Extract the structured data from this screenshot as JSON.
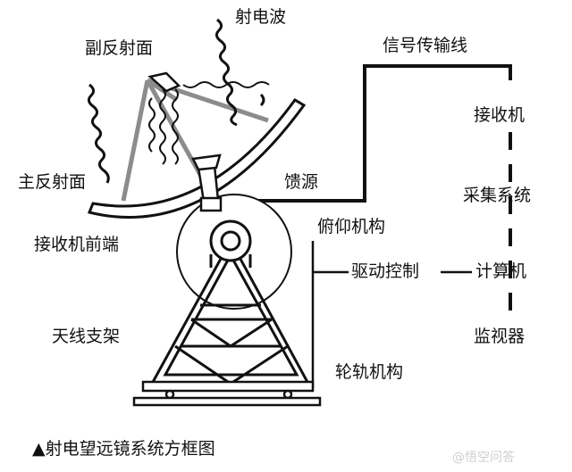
{
  "labels": {
    "radio_wave": "射电波",
    "sub_reflector": "副反射面",
    "signal_line": "信号传输线",
    "receiver": "接收机",
    "main_reflector": "主反射面",
    "feed": "馈源",
    "acquisition": "采集系统",
    "frontend": "接收机前端",
    "elevation": "俯仰机构",
    "drive": "驱动控制",
    "computer": "计算机",
    "mount": "天线支架",
    "monitor": "监视器",
    "track": "轮轨机构"
  },
  "caption": {
    "marker": "▲",
    "text": "射电望远镜系统方框图"
  },
  "watermark": "@悟空问答",
  "colors": {
    "ink": "#111111",
    "gray_struts": "#8c8c8c",
    "background": "#ffffff"
  }
}
